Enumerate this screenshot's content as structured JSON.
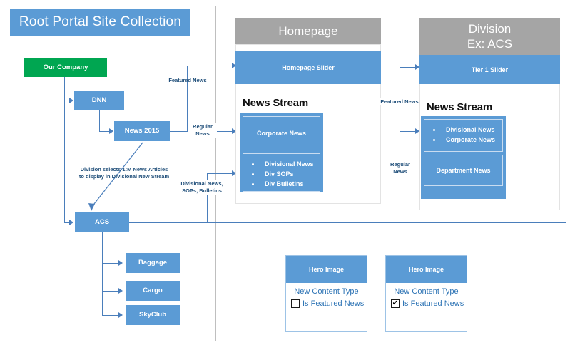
{
  "diagram": {
    "title_banner": "Root Portal Site Collection",
    "left_tree": {
      "root": "Our Company",
      "nodes": [
        {
          "label": "DNN"
        },
        {
          "label": "News 2015"
        },
        {
          "label": "ACS"
        },
        {
          "label": "Baggage"
        },
        {
          "label": "Cargo"
        },
        {
          "label": "SkyClub"
        }
      ],
      "annotation": "Division selects 1:M News Articles\nto display in Divisional New Stream"
    },
    "connector_labels": {
      "featured_news_center": "Featured News",
      "regular_news_center": "Regular\nNews",
      "divisional_payload": "Divisional News,\nSOPs, Bulletins",
      "featured_news_right": "Featured News",
      "regular_news_right": "Regular\nNews"
    },
    "homepage_panel": {
      "header": "Homepage",
      "slider": "Homepage Slider",
      "stream_title": "News Stream",
      "cells": [
        {
          "type": "single",
          "label": "Corporate News"
        },
        {
          "type": "list",
          "items": [
            "Divisional News",
            "Div SOPs",
            "Div Bulletins"
          ]
        }
      ]
    },
    "division_panel": {
      "header_line1": "Division",
      "header_line2": "Ex: ACS",
      "slider": "Tier 1 Slider",
      "stream_title": "News Stream",
      "cells": [
        {
          "type": "list",
          "items": [
            "Divisional News",
            "Corporate News"
          ]
        },
        {
          "type": "single",
          "label": "Department News"
        }
      ]
    },
    "content_type_cards": [
      {
        "hero": "Hero Image",
        "type_label": "New Content Type",
        "checkbox_label": "Is Featured News",
        "checked": false,
        "check_glyph": ""
      },
      {
        "hero": "Hero Image",
        "type_label": "New Content Type",
        "checkbox_label": "Is Featured News",
        "checked": true,
        "check_glyph": "✔"
      }
    ],
    "colors": {
      "blue": "#5B9BD5",
      "green": "#00A651",
      "gray": "#A5A5A5",
      "line": "#4A7EBB",
      "label_text": "#1F4E79",
      "card_text": "#2E74B5"
    }
  }
}
